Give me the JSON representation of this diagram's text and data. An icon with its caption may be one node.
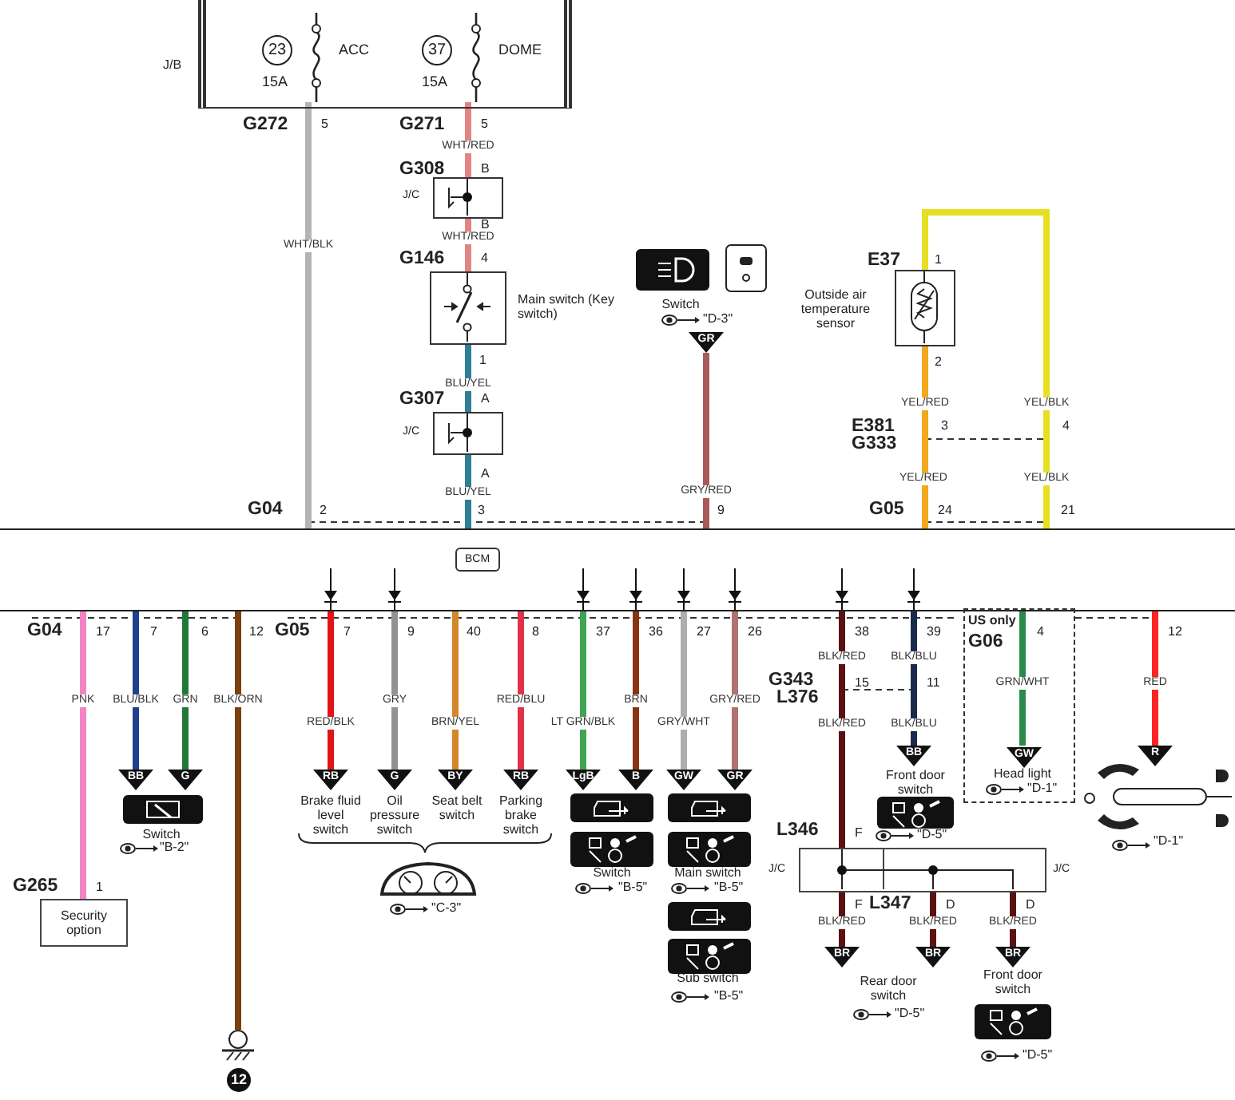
{
  "diagram": {
    "nodes": [
      {
        "text": [
          "J/B"
        ]
      },
      {
        "text": [
          "23",
          "15A",
          "ACC"
        ],
        "in": 0
      },
      {
        "text": [
          "37",
          "15A",
          "DOME"
        ],
        "in": 0
      },
      {
        "text": [
          "J/C"
        ]
      },
      {
        "text": [
          "Main switch (Key switch)"
        ]
      },
      {
        "text": [
          "J/C"
        ]
      },
      {
        "text": [
          "GR"
        ]
      },
      {
        "text": [
          "Outside air temperature sensor"
        ]
      },
      {
        "text": [
          "BCM"
        ]
      },
      {
        "text": [
          "Security option"
        ]
      },
      {
        "text": [
          "BB"
        ]
      },
      {
        "text": [
          "G"
        ]
      },
      {
        "text": [
          "12"
        ]
      },
      {
        "text": [
          "RB"
        ]
      },
      {
        "text": [
          "G"
        ]
      },
      {
        "text": [
          "BY"
        ]
      },
      {
        "text": [
          "RB"
        ]
      },
      {
        "text": [
          "LgB"
        ]
      },
      {
        "text": [
          "B"
        ]
      },
      {
        "text": [
          "GW"
        ]
      },
      {
        "text": [
          "GR"
        ]
      },
      {
        "text": [
          "J/C",
          "J/C"
        ]
      },
      {
        "text": [
          "BR"
        ]
      },
      {
        "text": [
          "BR"
        ]
      },
      {
        "text": [
          "BR"
        ]
      },
      {
        "text": [
          "BB"
        ]
      },
      {
        "text": [
          "US only"
        ]
      },
      {
        "text": [
          "GW"
        ],
        "in": 26
      },
      {
        "text": [
          "R"
        ]
      }
    ],
    "edges": [
      {
        "from": 1,
        "to": 8,
        "arrow": "none",
        "label": "WHT/BLK",
        "color": "#b4b4b4"
      },
      {
        "from": 2,
        "to": 3,
        "arrow": "none",
        "label": "WHT/RED",
        "color": "#e38484"
      },
      {
        "from": 3,
        "to": 4,
        "arrow": "none",
        "label": "WHT/RED",
        "color": "#e38484"
      },
      {
        "from": 4,
        "to": 5,
        "arrow": "none",
        "label": "BLU/YEL",
        "color": "#2f7f96"
      },
      {
        "from": 5,
        "to": 8,
        "arrow": "none",
        "label": "BLU/YEL",
        "color": "#2f7f96"
      },
      {
        "from": 6,
        "to": 8,
        "arrow": "none",
        "label": "GRY/RED",
        "color": "#a85a5a"
      },
      {
        "from": 7,
        "to": 8,
        "arrow": "none",
        "label": "YEL/RED",
        "color": "#f2a81a"
      },
      {
        "from": 7,
        "to": 8,
        "arrow": "none",
        "label": "YEL/BLK",
        "color": "#e6df22"
      },
      {
        "from": 8,
        "to": 9,
        "arrow": "none",
        "label": "PNK",
        "color": "#f283c4"
      },
      {
        "from": 8,
        "to": 10,
        "arrow": "none",
        "label": "BLU/BLK",
        "color": "#1f3f8f"
      },
      {
        "from": 8,
        "to": 11,
        "arrow": "none",
        "label": "GRN",
        "color": "#1f7a3a"
      },
      {
        "from": 8,
        "to": 12,
        "arrow": "none",
        "label": "BLK/ORN",
        "color": "#7a4010"
      },
      {
        "from": 8,
        "to": 13,
        "arrow": "none",
        "label": "RED/BLK",
        "color": "#e01414"
      },
      {
        "from": 8,
        "to": 14,
        "arrow": "none",
        "label": "GRY",
        "color": "#929292"
      },
      {
        "from": 8,
        "to": 15,
        "arrow": "none",
        "label": "BRN/YEL",
        "color": "#d4862a"
      },
      {
        "from": 8,
        "to": 16,
        "arrow": "none",
        "label": "RED/BLU",
        "color": "#e03248"
      },
      {
        "from": 8,
        "to": 17,
        "arrow": "none",
        "label": "LT GRN/BLK",
        "color": "#3fa552"
      },
      {
        "from": 8,
        "to": 18,
        "arrow": "none",
        "label": "BRN",
        "color": "#8a3412"
      },
      {
        "from": 8,
        "to": 19,
        "arrow": "none",
        "label": "GRY/WHT",
        "color": "#aeaeae"
      },
      {
        "from": 8,
        "to": 20,
        "arrow": "none",
        "label": "GRY/RED",
        "color": "#b07272"
      },
      {
        "from": 8,
        "to": 21,
        "arrow": "none",
        "label": "BLK/RED",
        "color": "#5c1212"
      },
      {
        "from": 21,
        "to": 22,
        "arrow": "none",
        "label": "BLK/RED",
        "color": "#5c1212"
      },
      {
        "from": 21,
        "to": 23,
        "arrow": "none",
        "label": "BLK/RED",
        "color": "#5c1212"
      },
      {
        "from": 21,
        "to": 24,
        "arrow": "none",
        "label": "BLK/RED",
        "color": "#5c1212"
      },
      {
        "from": 8,
        "to": 25,
        "arrow": "none",
        "label": "BLK/BLU",
        "color": "#1a2a4c"
      },
      {
        "from": 8,
        "to": 27,
        "arrow": "none",
        "label": "GRN/WHT",
        "color": "#2a8a4a"
      },
      {
        "from": 8,
        "to": 28,
        "arrow": "none",
        "label": "RED",
        "color": "#ff2222"
      }
    ],
    "labels": [
      "G272",
      "5",
      "G271",
      "5",
      "G308",
      "B",
      "B",
      "G146",
      "4",
      "1",
      "G307",
      "A",
      "A",
      "Switch",
      "\"D-3\"",
      "E37",
      "1",
      "2",
      "E381",
      "3",
      "G333",
      "4",
      "YEL/RED",
      "YEL/BLK",
      "G04",
      "2",
      "3",
      "9",
      "G05",
      "24",
      "21",
      "G04",
      "17",
      "7",
      "6",
      "12",
      "G05",
      "7",
      "9",
      "40",
      "8",
      "37",
      "36",
      "27",
      "26",
      "38",
      "39",
      "G06",
      "4",
      "12",
      "G343",
      "15",
      "11",
      "L376",
      "BLK/RED",
      "BLK/BLU",
      "Front door switch",
      "Head light",
      "\"D-1\"",
      "\"D-1\"",
      "Switch",
      "\"B-2\"",
      "Brake fluid level switch",
      "Oil pressure switch",
      "Seat belt switch",
      "Parking brake switch",
      "Switch",
      "\"B-5\"",
      "Main switch",
      "\"B-5\"",
      "L346",
      "F",
      "\"D-5\"",
      "G265",
      "1",
      "\"C-3\"",
      "F",
      "L347",
      "D",
      "D",
      "Sub switch",
      "\"B-5\"",
      "Rear door switch",
      "\"D-5\"",
      "Front door switch",
      "\"D-5\""
    ]
  }
}
